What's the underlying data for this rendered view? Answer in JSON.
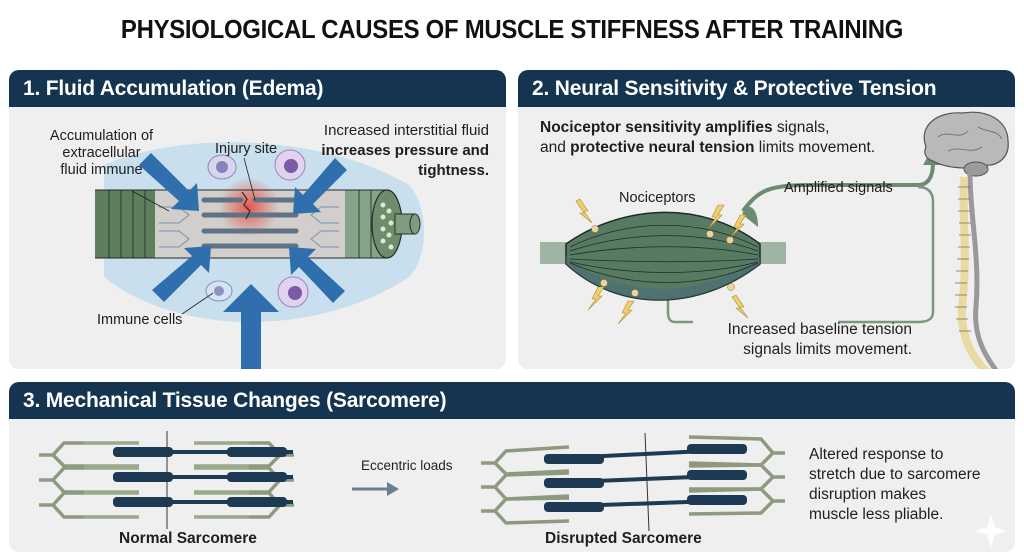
{
  "title": "PHYSIOLOGICAL CAUSES OF MUSCLE STIFFNESS AFTER TRAINING",
  "panels": [
    {
      "header": "1. Fluid Accumulation (Edema)",
      "labels": {
        "accumulation_line1": "Accumulation of",
        "accumulation_line2": "extracellular",
        "accumulation_line3": "fluid immune",
        "injury_site": "Injury site",
        "immune_cells": "Immune cells",
        "desc_line1": "Increased interstitial fluid",
        "desc_line2_bold": "increases pressure and",
        "desc_line3_bold": "tightness."
      }
    },
    {
      "header": "2. Neural Sensitivity & Protective Tension",
      "labels": {
        "desc_l1_bold": "Nociceptor sensitivity amplifies",
        "desc_l1_normal": " signals,",
        "desc_l2_normal": "and ",
        "desc_l2_bold": "protective neural tension",
        "desc_l2_end": " limits movement.",
        "nociceptors": "Nociceptors",
        "amplified_signals": "Amplified signals",
        "baseline_line1": "Increased baseline tension",
        "baseline_line2": "signals limits movement."
      }
    },
    {
      "header": "3. Mechanical Tissue Changes (Sarcomere)",
      "labels": {
        "normal": "Normal Sarcomere",
        "eccentric": "Eccentric loads",
        "disrupted": "Disrupted Sarcomere",
        "desc_line1": "Altered response to",
        "desc_line2": "stretch due to sarcomere",
        "desc_line3": "disruption makes",
        "desc_line4": "muscle less pliable."
      }
    }
  ],
  "colors": {
    "header_bg": "#15344f",
    "panel_bg": "#efefef",
    "arrow_blue": "#2e6aa6",
    "muscle_green": "#5c7d62",
    "signal_green": "#6d8a72",
    "myosin_navy": "#1d3a55",
    "actin_olive": "#9aa98a",
    "bolt_yellow": "#f2cf6a",
    "spine_cream": "#f0e2a8"
  }
}
